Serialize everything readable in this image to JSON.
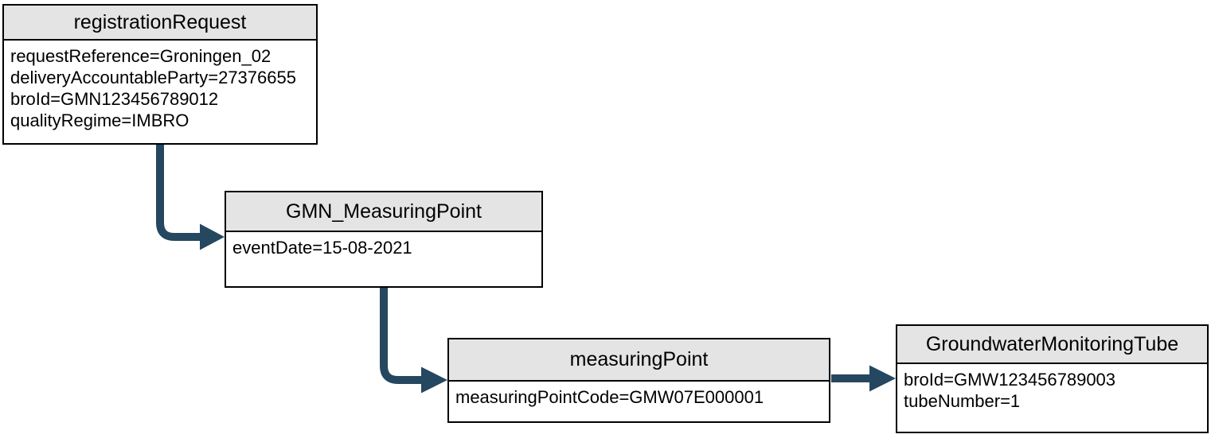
{
  "diagram": {
    "type": "object-diagram",
    "colors": {
      "arrow": "#25475f",
      "header_bg": "#e4e4e4",
      "border": "#000000",
      "background": "#ffffff"
    },
    "nodes": [
      {
        "id": "registrationRequest",
        "title": "registrationRequest",
        "attributes": [
          "requestReference=Groningen_02",
          "deliveryAccountableParty=27376655",
          "broId=GMN123456789012",
          "qualityRegime=IMBRO"
        ]
      },
      {
        "id": "GMN_MeasuringPoint",
        "title": "GMN_MeasuringPoint",
        "attributes": [
          "eventDate=15-08-2021"
        ]
      },
      {
        "id": "measuringPoint",
        "title": "measuringPoint",
        "attributes": [
          "measuringPointCode=GMW07E000001"
        ]
      },
      {
        "id": "GroundwaterMonitoringTube",
        "title": "GroundwaterMonitoringTube",
        "attributes": [
          "broId=GMW123456789003",
          "tubeNumber=1"
        ]
      }
    ],
    "edges": [
      {
        "from": "registrationRequest",
        "to": "GMN_MeasuringPoint",
        "style": "elbow-down-right-arrow"
      },
      {
        "from": "GMN_MeasuringPoint",
        "to": "measuringPoint",
        "style": "elbow-down-right-arrow"
      },
      {
        "from": "measuringPoint",
        "to": "GroundwaterMonitoringTube",
        "style": "straight-right-arrow"
      }
    ]
  }
}
